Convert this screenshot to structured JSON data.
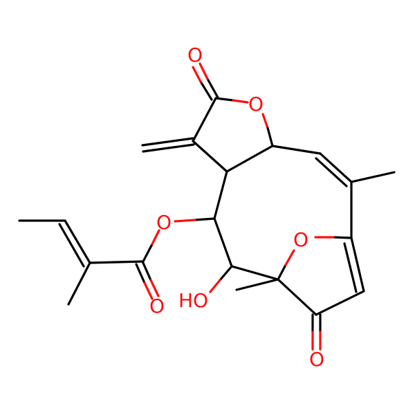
{
  "atoms": {
    "carbonyl_o_top": "O",
    "lactone_ring_o": "O",
    "ester_o": "O",
    "ether_ring_o": "O",
    "hydroxyl": "HO",
    "ester_carbonyl_o": "O",
    "ketone_o": "O"
  },
  "colors": {
    "bond": "#000000",
    "oxygen": "#ff0d0d",
    "background": "#ffffff"
  }
}
